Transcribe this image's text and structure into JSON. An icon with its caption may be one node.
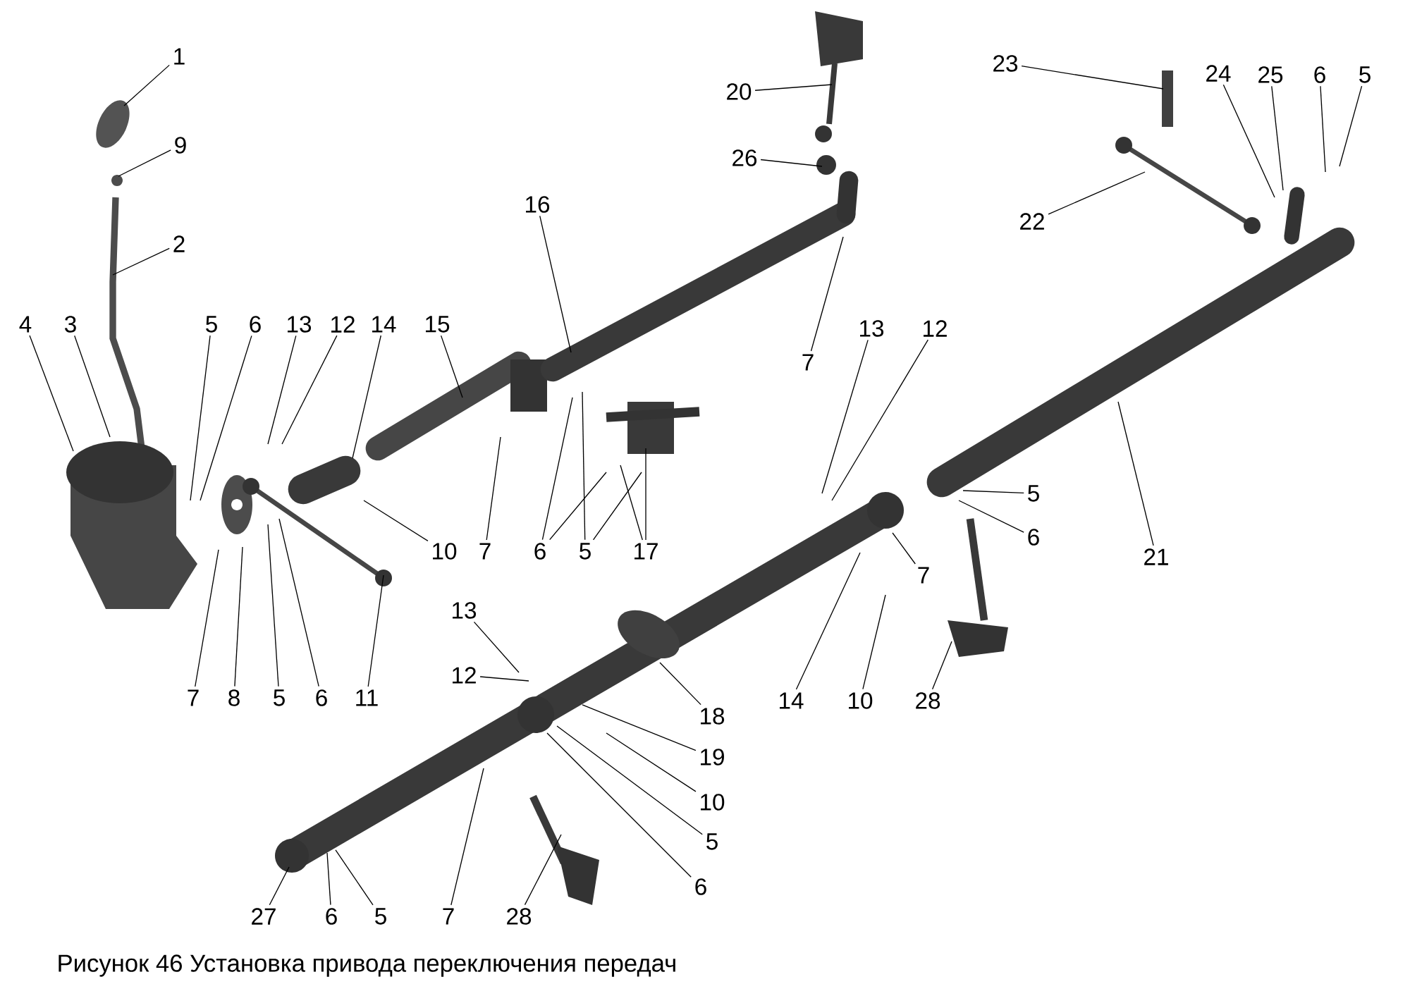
{
  "diagram": {
    "caption": "Рисунок 46  Установка привода переключения передач",
    "nodes": [
      {
        "text": [
          "1"
        ]
      },
      {
        "text": [
          "23"
        ]
      },
      {
        "text": [
          "24"
        ]
      },
      {
        "text": [
          "25"
        ]
      },
      {
        "text": [
          "6"
        ]
      },
      {
        "text": [
          "5"
        ]
      },
      {
        "text": [
          "20"
        ]
      },
      {
        "text": [
          "9"
        ]
      },
      {
        "text": [
          "26"
        ]
      },
      {
        "text": [
          "16"
        ]
      },
      {
        "text": [
          "22"
        ]
      },
      {
        "text": [
          "2"
        ]
      },
      {
        "text": [
          "4"
        ]
      },
      {
        "text": [
          "3"
        ]
      },
      {
        "text": [
          "5"
        ]
      },
      {
        "text": [
          "6"
        ]
      },
      {
        "text": [
          "13"
        ]
      },
      {
        "text": [
          "12"
        ]
      },
      {
        "text": [
          "14"
        ]
      },
      {
        "text": [
          "15"
        ]
      },
      {
        "text": [
          "13"
        ]
      },
      {
        "text": [
          "12"
        ]
      },
      {
        "text": [
          "7"
        ]
      },
      {
        "text": [
          "5"
        ]
      },
      {
        "text": [
          "6"
        ]
      },
      {
        "text": [
          "10"
        ]
      },
      {
        "text": [
          "7"
        ]
      },
      {
        "text": [
          "6"
        ]
      },
      {
        "text": [
          "5"
        ]
      },
      {
        "text": [
          "17"
        ]
      },
      {
        "text": [
          "21"
        ]
      },
      {
        "text": [
          "7"
        ]
      },
      {
        "text": [
          "13"
        ]
      },
      {
        "text": [
          "12"
        ]
      },
      {
        "text": [
          "7"
        ]
      },
      {
        "text": [
          "8"
        ]
      },
      {
        "text": [
          "5"
        ]
      },
      {
        "text": [
          "6"
        ]
      },
      {
        "text": [
          "11"
        ]
      },
      {
        "text": [
          "14"
        ]
      },
      {
        "text": [
          "10"
        ]
      },
      {
        "text": [
          "28"
        ]
      },
      {
        "text": [
          "18"
        ]
      },
      {
        "text": [
          "19"
        ]
      },
      {
        "text": [
          "10"
        ]
      },
      {
        "text": [
          "5"
        ]
      },
      {
        "text": [
          "6"
        ]
      },
      {
        "text": [
          "27"
        ]
      },
      {
        "text": [
          "6"
        ]
      },
      {
        "text": [
          "5"
        ]
      },
      {
        "text": [
          "7"
        ]
      },
      {
        "text": [
          "28"
        ]
      }
    ],
    "edges": [
      {
        "from": 0,
        "to": null,
        "arrow": "none"
      },
      {
        "from": 1,
        "to": null,
        "arrow": "none"
      },
      {
        "from": 2,
        "to": null,
        "arrow": "none"
      },
      {
        "from": 3,
        "to": null,
        "arrow": "none"
      },
      {
        "from": 4,
        "to": null,
        "arrow": "none"
      },
      {
        "from": 5,
        "to": null,
        "arrow": "none"
      },
      {
        "from": 6,
        "to": null,
        "arrow": "none"
      },
      {
        "from": 7,
        "to": null,
        "arrow": "none"
      },
      {
        "from": 8,
        "to": null,
        "arrow": "none"
      },
      {
        "from": 9,
        "to": null,
        "arrow": "none"
      },
      {
        "from": 10,
        "to": null,
        "arrow": "none"
      },
      {
        "from": 11,
        "to": null,
        "arrow": "none"
      },
      {
        "from": 12,
        "to": null,
        "arrow": "none"
      },
      {
        "from": 13,
        "to": null,
        "arrow": "none"
      },
      {
        "from": 14,
        "to": null,
        "arrow": "none"
      },
      {
        "from": 15,
        "to": null,
        "arrow": "none"
      },
      {
        "from": 16,
        "to": null,
        "arrow": "none"
      },
      {
        "from": 17,
        "to": null,
        "arrow": "none"
      },
      {
        "from": 18,
        "to": null,
        "arrow": "none"
      },
      {
        "from": 19,
        "to": null,
        "arrow": "none"
      },
      {
        "from": 20,
        "to": null,
        "arrow": "none"
      },
      {
        "from": 21,
        "to": null,
        "arrow": "none"
      },
      {
        "from": 22,
        "to": null,
        "arrow": "none"
      },
      {
        "from": 23,
        "to": null,
        "arrow": "none"
      },
      {
        "from": 24,
        "to": null,
        "arrow": "none"
      },
      {
        "from": 25,
        "to": null,
        "arrow": "none"
      },
      {
        "from": 26,
        "to": null,
        "arrow": "none"
      },
      {
        "from": 27,
        "to": null,
        "arrow": "none"
      },
      {
        "from": 27,
        "to": null,
        "arrow": "none"
      },
      {
        "from": 28,
        "to": null,
        "arrow": "none"
      },
      {
        "from": 28,
        "to": null,
        "arrow": "none"
      },
      {
        "from": 29,
        "to": null,
        "arrow": "none"
      },
      {
        "from": 29,
        "to": null,
        "arrow": "none"
      },
      {
        "from": 30,
        "to": null,
        "arrow": "none"
      },
      {
        "from": 31,
        "to": null,
        "arrow": "none"
      },
      {
        "from": 32,
        "to": null,
        "arrow": "none"
      },
      {
        "from": 33,
        "to": null,
        "arrow": "none"
      },
      {
        "from": 34,
        "to": null,
        "arrow": "none"
      },
      {
        "from": 35,
        "to": null,
        "arrow": "none"
      },
      {
        "from": 36,
        "to": null,
        "arrow": "none"
      },
      {
        "from": 37,
        "to": null,
        "arrow": "none"
      },
      {
        "from": 38,
        "to": null,
        "arrow": "none"
      },
      {
        "from": 39,
        "to": null,
        "arrow": "none"
      },
      {
        "from": 40,
        "to": null,
        "arrow": "none"
      },
      {
        "from": 41,
        "to": null,
        "arrow": "none"
      },
      {
        "from": 42,
        "to": null,
        "arrow": "none"
      },
      {
        "from": 43,
        "to": null,
        "arrow": "none"
      },
      {
        "from": 44,
        "to": null,
        "arrow": "none"
      },
      {
        "from": 45,
        "to": null,
        "arrow": "none"
      },
      {
        "from": 46,
        "to": null,
        "arrow": "none"
      },
      {
        "from": 47,
        "to": null,
        "arrow": "none"
      },
      {
        "from": 48,
        "to": null,
        "arrow": "none"
      },
      {
        "from": 49,
        "to": null,
        "arrow": "none"
      },
      {
        "from": 50,
        "to": null,
        "arrow": "none"
      },
      {
        "from": 51,
        "to": null,
        "arrow": "none"
      }
    ]
  }
}
